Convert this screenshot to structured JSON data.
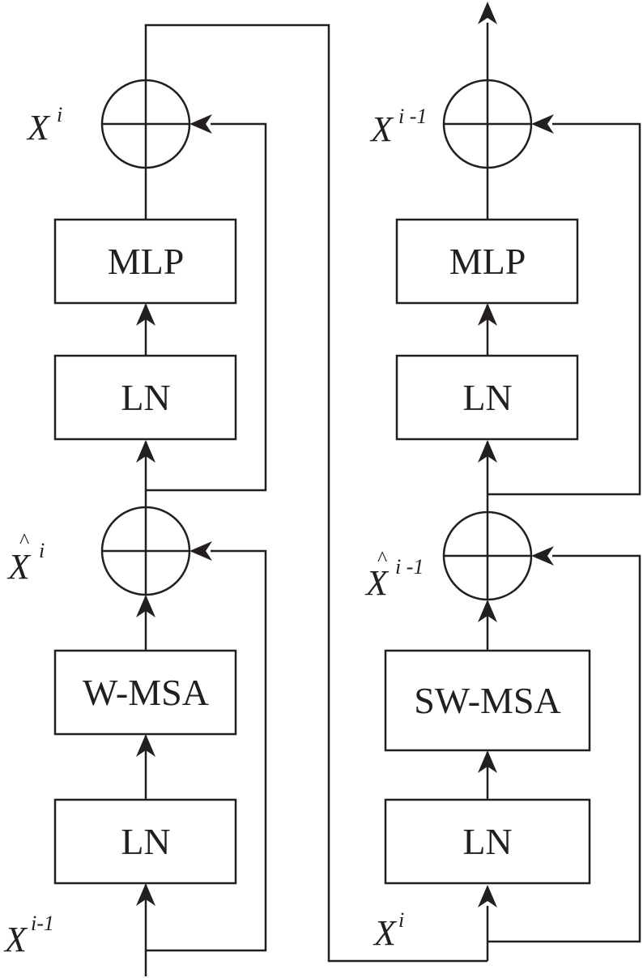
{
  "diagram": {
    "stroke_color": "#231f20",
    "background": "#ffffff",
    "left_block": {
      "ln_bottom": "LN",
      "attention": "W-MSA",
      "ln_top": "LN",
      "mlp": "MLP",
      "input_label": {
        "base": "X",
        "sup": "i-1"
      },
      "mid_label": {
        "base": "X",
        "hat": "^",
        "sup": "i"
      },
      "output_label": {
        "base": "X",
        "sup": "i"
      }
    },
    "right_block": {
      "ln_bottom": "LN",
      "attention": "SW-MSA",
      "ln_top": "LN",
      "mlp": "MLP",
      "input_label": {
        "base": "X",
        "sup": "i"
      },
      "mid_label": {
        "base": "X",
        "hat": "^",
        "sup": "i -1"
      },
      "output_label": {
        "base": "X",
        "sup": "i -1"
      }
    }
  }
}
